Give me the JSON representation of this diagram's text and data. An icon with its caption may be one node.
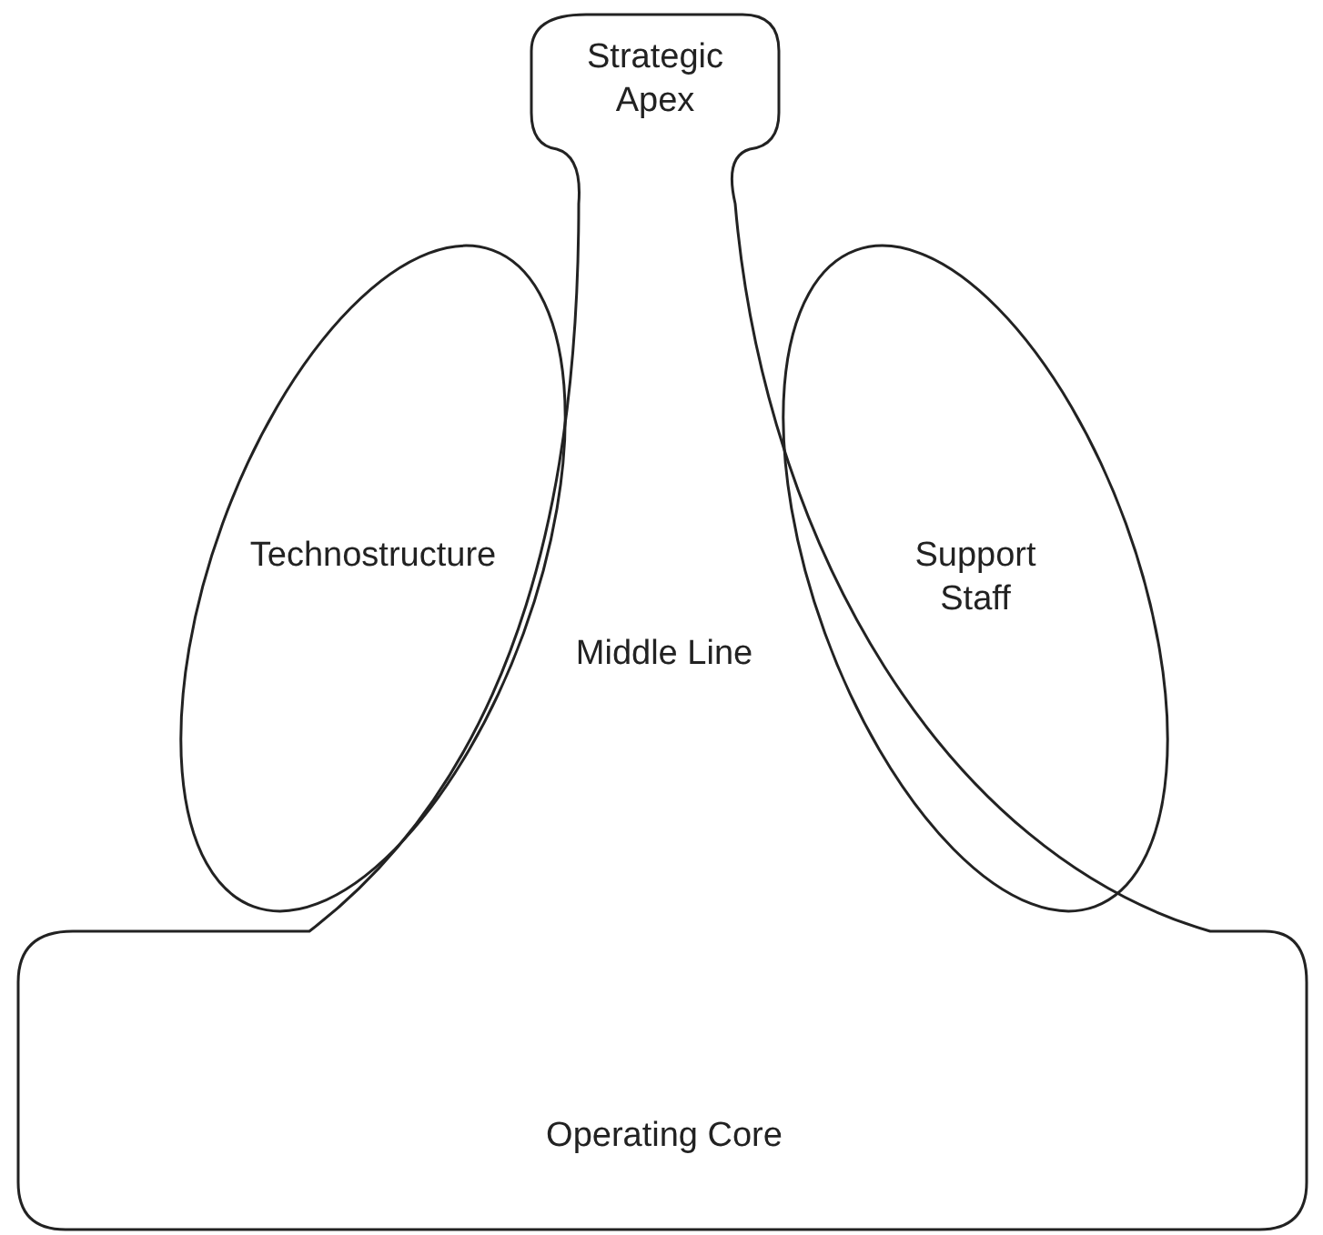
{
  "diagram": {
    "nodes": [
      {
        "text": [
          "Strategic Apex"
        ]
      },
      {
        "text": [
          "Technostructure"
        ]
      },
      {
        "text": [
          "Middle Line"
        ]
      },
      {
        "text": [
          "Support Staff"
        ]
      },
      {
        "text": [
          "Operating Core"
        ]
      }
    ]
  }
}
